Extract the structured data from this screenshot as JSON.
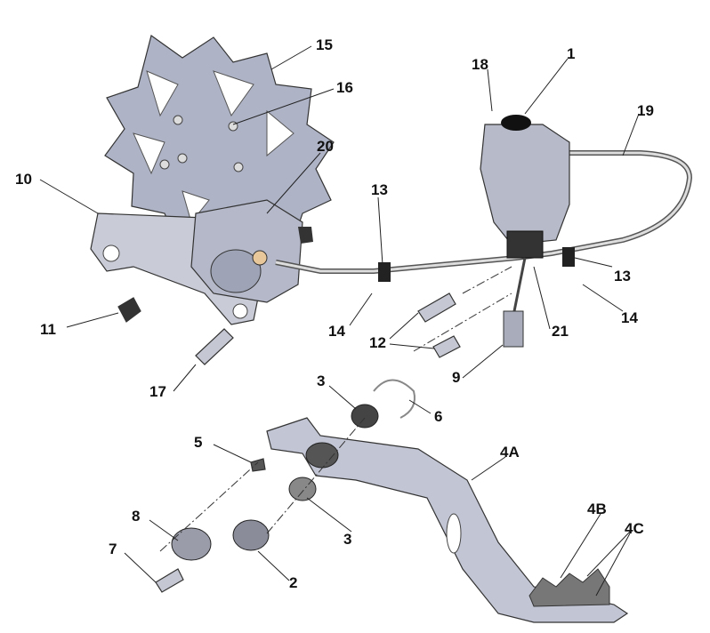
{
  "diagram": {
    "title": "Rear brake and brake pedal exploded view",
    "labels": {
      "l1": "1",
      "l2": "2",
      "l3a": "3",
      "l3b": "3",
      "l4a": "4A",
      "l4b": "4B",
      "l4c": "4C",
      "l5": "5",
      "l6": "6",
      "l7": "7",
      "l8": "8",
      "l9": "9",
      "l10": "10",
      "l11": "11",
      "l12": "12",
      "l13a": "13",
      "l13b": "13",
      "l14a": "14",
      "l14b": "14",
      "l15": "15",
      "l16": "16",
      "l17": "17",
      "l18": "18",
      "l19": "19",
      "l20": "20",
      "l21": "21"
    },
    "colors": {
      "metal": "#b9bccb",
      "metal_dark": "#7d8194",
      "line": "#222222"
    }
  }
}
